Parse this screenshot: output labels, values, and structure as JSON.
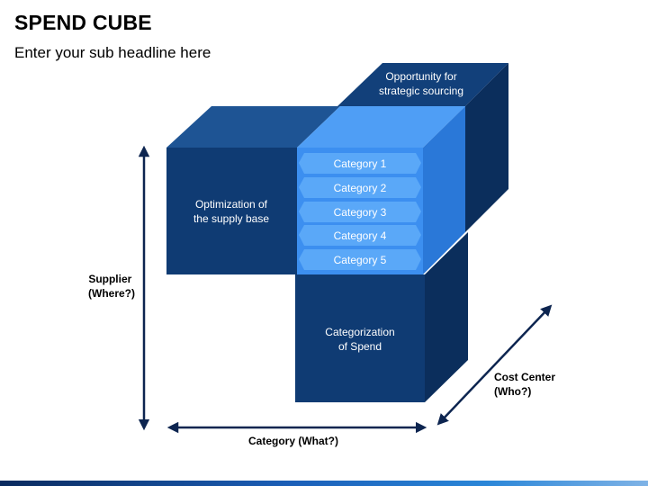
{
  "header": {
    "title": "SPEND CUBE",
    "subtitle": "Enter your sub headline here"
  },
  "cube": {
    "left_face_label": "Optimization of\nthe supply base",
    "bottom_face_label": "Categorization\nof Spend",
    "top_back_label": "Opportunity for\nstrategic sourcing",
    "categories": [
      "Category 1",
      "Category 2",
      "Category 3",
      "Category 4",
      "Category 5"
    ]
  },
  "axes": {
    "supplier_label": [
      "Supplier",
      "(Where?)"
    ],
    "category_label": "Category (What?)",
    "cost_center_label": [
      "Cost Center",
      "(Who?)"
    ]
  },
  "colors": {
    "dark_navy": "#0f3b73",
    "navy_top": "#1e5494",
    "navy_side": "#0b2e5c",
    "bright_front": "#3c8ff0",
    "bright_top": "#4f9ef5",
    "bright_side": "#2a78d8",
    "chevron": "#5aa8f8",
    "axis": "#0d2550"
  }
}
